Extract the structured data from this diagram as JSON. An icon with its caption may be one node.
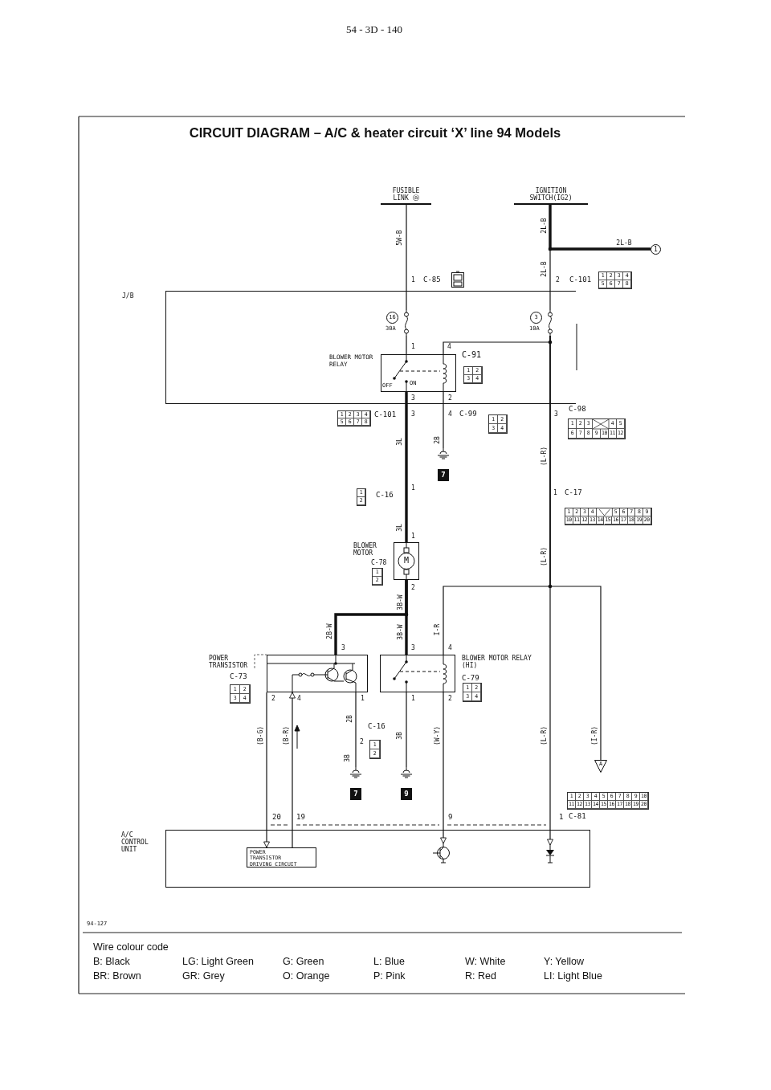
{
  "diagram": {
    "title": "CIRCUIT DIAGRAM – A/C & heater circuit ‘X’ line 94 Models",
    "nodes": [
      {
        "text": [
          "FUSIBLE LINK ⓐ"
        ]
      },
      {
        "text": [
          "IGNITION SWITCH(IG2)"
        ]
      },
      {
        "text": [
          "1"
        ]
      },
      {
        "text": [
          "J/B"
        ]
      },
      {
        "text": [
          "16",
          "30A"
        ],
        "in": 3
      },
      {
        "text": [
          "3",
          "10A"
        ],
        "in": 3
      },
      {
        "text": [
          "BLOWER MOTOR RELAY"
        ],
        "in": 3
      },
      {
        "text": [
          "BLOWER MOTOR",
          "C-78",
          "M"
        ]
      },
      {
        "text": [
          "7"
        ]
      },
      {
        "text": [
          "POWER TRANSISTOR",
          "C-73"
        ]
      },
      {
        "text": [
          "BLOWER MOTOR RELAY (HI)",
          "C-79"
        ]
      },
      {
        "text": [
          "7"
        ]
      },
      {
        "text": [
          "9"
        ]
      },
      {
        "text": [
          "A"
        ]
      },
      {
        "text": [
          "A/C CONTROL UNIT"
        ]
      },
      {
        "text": [
          "POWER TRANSISTOR DRIVING CIRCUIT"
        ],
        "in": 14
      },
      {
        "text": [],
        "shape": "transistor",
        "in": 14
      },
      {
        "text": [],
        "shape": "diode",
        "in": 14
      }
    ],
    "edges": [
      {
        "from": 0,
        "to": 4,
        "arrow": "none",
        "label": "5W-B"
      },
      {
        "from": 1,
        "to": 5,
        "arrow": "none",
        "label": "2L-B"
      },
      {
        "from": 1,
        "to": 2,
        "arrow": "none",
        "label": "2L-B",
        "style": "thick"
      },
      {
        "from": 4,
        "to": 6,
        "arrow": "none"
      },
      {
        "from": 5,
        "to": 6,
        "arrow": "none"
      },
      {
        "from": 6,
        "to": 7,
        "arrow": "none",
        "label": "3L",
        "style": "thick"
      },
      {
        "from": 6,
        "to": 8,
        "arrow": "none",
        "label": "2B"
      },
      {
        "from": 7,
        "to": 9,
        "arrow": "none",
        "label": "2B-W",
        "style": "thick"
      },
      {
        "from": 7,
        "to": 10,
        "arrow": "none",
        "label": "3B-W",
        "style": "thick"
      },
      {
        "from": 9,
        "to": 11,
        "arrow": "none",
        "label": "2B"
      },
      {
        "from": 10,
        "to": 12,
        "arrow": "none",
        "label": "3B"
      },
      {
        "from": 9,
        "to": 15,
        "arrow": "to",
        "label": "(B-G)"
      },
      {
        "from": 15,
        "to": 9,
        "arrow": "to",
        "label": "(B-R)"
      },
      {
        "from": 10,
        "to": 16,
        "arrow": "to",
        "label": "(W-Y)"
      },
      {
        "from": 5,
        "to": 17,
        "arrow": "to",
        "label": "(L-R)"
      },
      {
        "from": 5,
        "to": 10,
        "arrow": "none",
        "label": "I-R"
      },
      {
        "from": 5,
        "to": 13,
        "arrow": "none",
        "label": "(I-R)"
      }
    ],
    "labels": [
      "54 - 3D - 140",
      "2L-B",
      "1",
      "C-85",
      "2",
      "C-101",
      "1",
      "2",
      "3",
      "4",
      "5",
      "6",
      "7",
      "8",
      "1",
      "4",
      "C-91",
      "1",
      "2",
      "3",
      "4",
      "OFF",
      "ON",
      "3",
      "2",
      "1",
      "2",
      "3",
      "4",
      "5",
      "6",
      "7",
      "8",
      "C-101",
      "3",
      "4",
      "C-99",
      "1",
      "2",
      "3",
      "4",
      "3",
      "C-98",
      "1",
      "2",
      "3",
      "4",
      "5",
      "6",
      "7",
      "8",
      "9",
      "10",
      "11",
      "12",
      "(L-R)",
      "1",
      "2",
      "C-16",
      "1",
      "1",
      "C-17",
      "1",
      "2",
      "3",
      "4",
      "5",
      "6",
      "7",
      "8",
      "9",
      "10",
      "11",
      "12",
      "13",
      "14",
      "15",
      "16",
      "17",
      "18",
      "19",
      "20",
      "3L",
      "1",
      "1",
      "2",
      "(L-R)",
      "2",
      "3B-W",
      "3",
      "3",
      "4",
      "1",
      "2",
      "3",
      "4",
      "1",
      "2",
      "3",
      "4",
      "2",
      "4",
      "1",
      "1",
      "2",
      "C-16",
      "2",
      "1",
      "2",
      "3B",
      "1",
      "2",
      "3",
      "4",
      "5",
      "6",
      "7",
      "8",
      "9",
      "10",
      "11",
      "12",
      "13",
      "14",
      "15",
      "16",
      "17",
      "18",
      "19",
      "20",
      "20",
      "19",
      "9",
      "1",
      "C-81",
      "94-127",
      "Wire colour code",
      "B: Black",
      "LG: Light Green",
      "G: Green",
      "L: Blue",
      "W: White",
      "Y: Yellow",
      "BR: Brown",
      "GR: Grey",
      "O: Orange",
      "P: Pink",
      "R: Red",
      "LI: Light Blue"
    ]
  }
}
